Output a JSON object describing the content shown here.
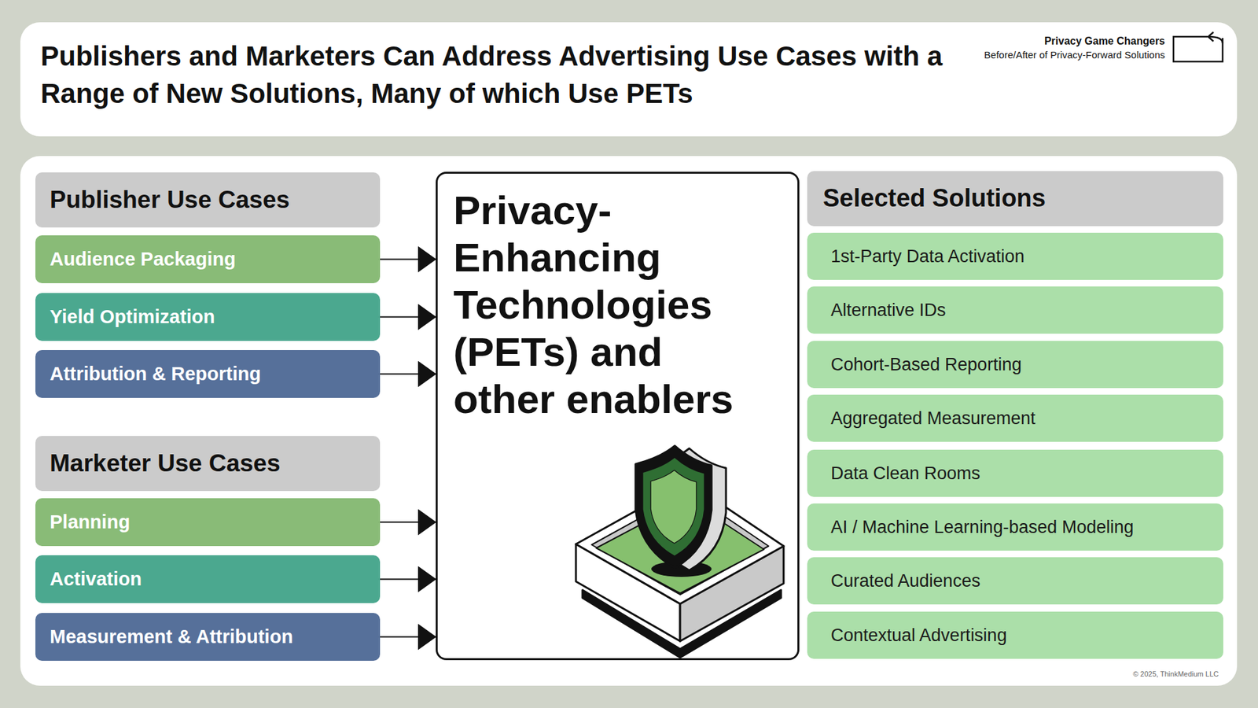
{
  "diagram": {
    "title": "Publishers and Marketers Can Address Advertising Use Cases with a Range of New Solutions, Many of which Use PETs",
    "nodes": [
      {
        "text": [
          "Publisher Use Cases"
        ]
      },
      {
        "text": [
          "Audience Packaging"
        ]
      },
      {
        "text": [
          "Yield Optimization"
        ]
      },
      {
        "text": [
          "Attribution & Reporting"
        ]
      },
      {
        "text": [
          "Marketer Use Cases"
        ]
      },
      {
        "text": [
          "Planning"
        ]
      },
      {
        "text": [
          "Activation"
        ]
      },
      {
        "text": [
          "Measurement & Attribution"
        ]
      },
      {
        "text": [
          "Privacy- Enhancing Technologies (PETs) and other enablers"
        ]
      },
      {
        "text": [
          "Selected Solutions"
        ]
      },
      {
        "text": [
          "1st-Party Data Activation"
        ]
      },
      {
        "text": [
          "Alternative IDs"
        ]
      },
      {
        "text": [
          "Cohort-Based Reporting"
        ]
      },
      {
        "text": [
          "Aggregated Measurement"
        ]
      },
      {
        "text": [
          "Data Clean Rooms"
        ]
      },
      {
        "text": [
          "AI / Machine Learning-based Modeling"
        ]
      },
      {
        "text": [
          "Curated Audiences"
        ]
      },
      {
        "text": [
          "Contextual Advertising"
        ]
      }
    ],
    "edges": [
      {
        "from": 1,
        "to": 8,
        "arrow": "to"
      },
      {
        "from": 2,
        "to": 8,
        "arrow": "to"
      },
      {
        "from": 3,
        "to": 8,
        "arrow": "to"
      },
      {
        "from": 5,
        "to": 8,
        "arrow": "to"
      },
      {
        "from": 6,
        "to": 8,
        "arrow": "to"
      },
      {
        "from": 7,
        "to": 8,
        "arrow": "to"
      }
    ],
    "labels": [
      "Privacy Game Changers",
      "Before/After of Privacy-Forward Solutions",
      "© 2025, ThinkMedium LLC"
    ]
  }
}
